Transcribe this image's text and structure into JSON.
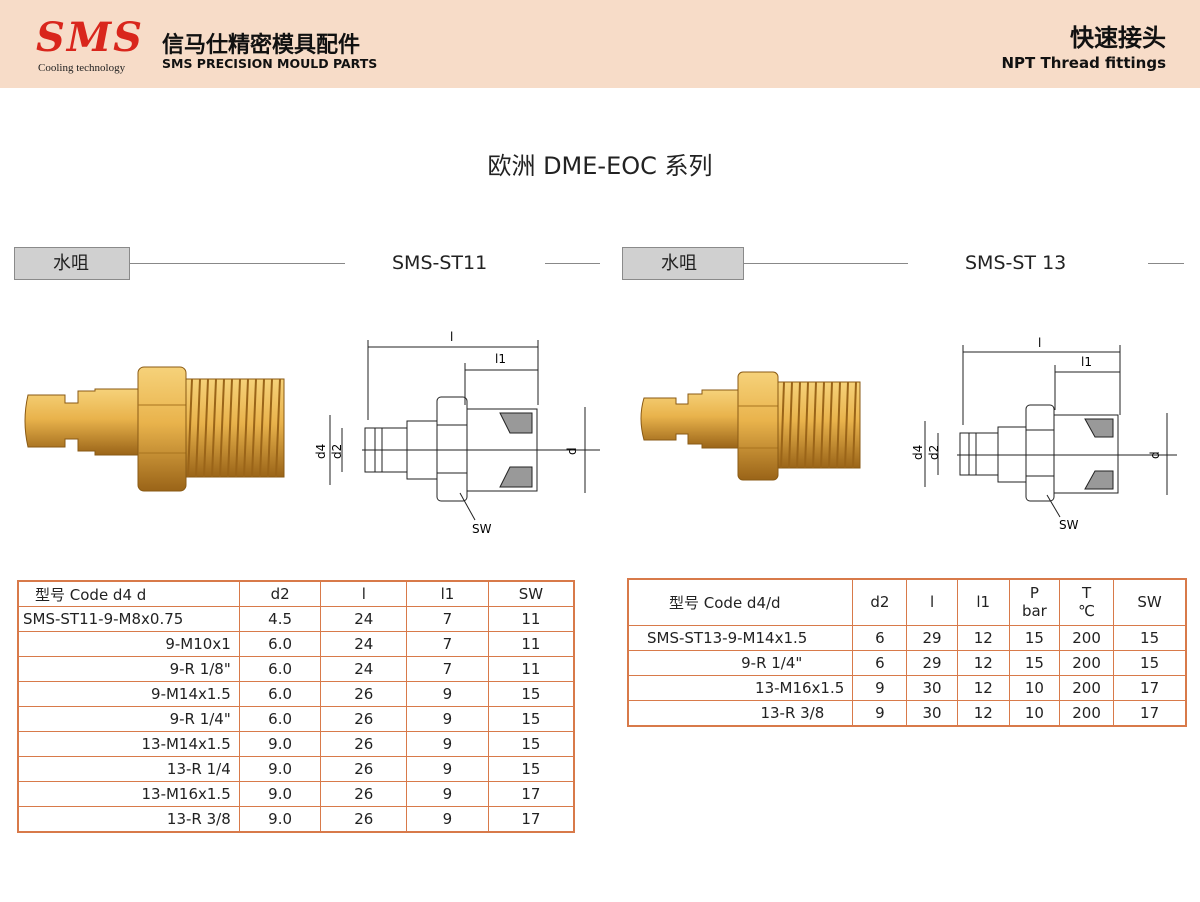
{
  "header": {
    "logo_text": "SMS",
    "logo_subtitle": "Cooling technology",
    "company_cn": "信马仕精密模具配件",
    "company_en": "SMS PRECISION MOULD PARTS",
    "category_cn": "快速接头",
    "category_en": "NPT Thread fittings"
  },
  "series_title": "欧洲 DME-EOC 系列",
  "sections": [
    {
      "label": "水咀",
      "model": "SMS-ST11",
      "diagram_labels": {
        "l": "l",
        "l1": "l1",
        "d4": "d4",
        "d2": "d2",
        "d": "d",
        "sw": "SW"
      },
      "table": {
        "headers": [
          "型号 Code      d4      d",
          "d2",
          "l",
          "l1",
          "SW"
        ],
        "rows": [
          [
            "SMS-ST11-9-M8x0.75",
            "4.5",
            "24",
            "7",
            "11"
          ],
          [
            "9-M10x1",
            "6.0",
            "24",
            "7",
            "11"
          ],
          [
            "9-R 1/8\"",
            "6.0",
            "24",
            "7",
            "11"
          ],
          [
            "9-M14x1.5",
            "6.0",
            "26",
            "9",
            "15"
          ],
          [
            "9-R 1/4\"",
            "6.0",
            "26",
            "9",
            "15"
          ],
          [
            "13-M14x1.5",
            "9.0",
            "26",
            "9",
            "15"
          ],
          [
            "13-R 1/4",
            "9.0",
            "26",
            "9",
            "15"
          ],
          [
            "13-M16x1.5",
            "9.0",
            "26",
            "9",
            "17"
          ],
          [
            "13-R 3/8",
            "9.0",
            "26",
            "9",
            "17"
          ]
        ]
      }
    },
    {
      "label": "水咀",
      "model": "SMS-ST 13",
      "diagram_labels": {
        "l": "l",
        "l1": "l1",
        "d4": "d4",
        "d2": "d2",
        "d": "d",
        "sw": "SW"
      },
      "table": {
        "headers": [
          "型号 Code      d4/d",
          "d2",
          "l",
          "l1",
          "P",
          "bar",
          "T",
          "℃",
          "SW"
        ],
        "rows": [
          [
            "SMS-ST13-9-M14x1.5",
            "6",
            "29",
            "12",
            "15",
            "200",
            "15"
          ],
          [
            "9-R 1/4\"",
            "6",
            "29",
            "12",
            "15",
            "200",
            "15"
          ],
          [
            "13-M16x1.5",
            "9",
            "30",
            "12",
            "10",
            "200",
            "17"
          ],
          [
            "13-R 3/8",
            "9",
            "30",
            "12",
            "10",
            "200",
            "17"
          ]
        ]
      }
    }
  ],
  "colors": {
    "header_bg": "#f7dcc8",
    "logo_red": "#d9261c",
    "table_border": "#d87a4a",
    "label_bg": "#d0d0d0",
    "brass": "#d9a441"
  }
}
